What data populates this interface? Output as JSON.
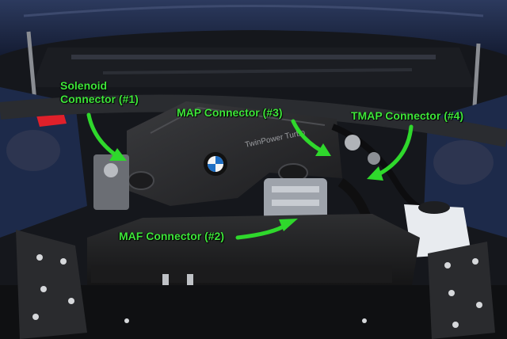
{
  "colors": {
    "callout_text": "#3ee53a",
    "arrow": "#2fd82c",
    "hood_paint": "#1d2a4a",
    "engine_cover": "#2a2a2c",
    "airbox": "#222324",
    "bmw_blue": "#1f6fc4",
    "warning_red": "#e0202a"
  },
  "callouts": {
    "solenoid_line1": "Solenoid",
    "solenoid_line2": "Connector (#1)",
    "maf": "MAF Connector (#2)",
    "map": "MAP Connector (#3)",
    "tmap": "TMAP Connector (#4)"
  },
  "engine_cover_text": "TwinPower Turbo"
}
